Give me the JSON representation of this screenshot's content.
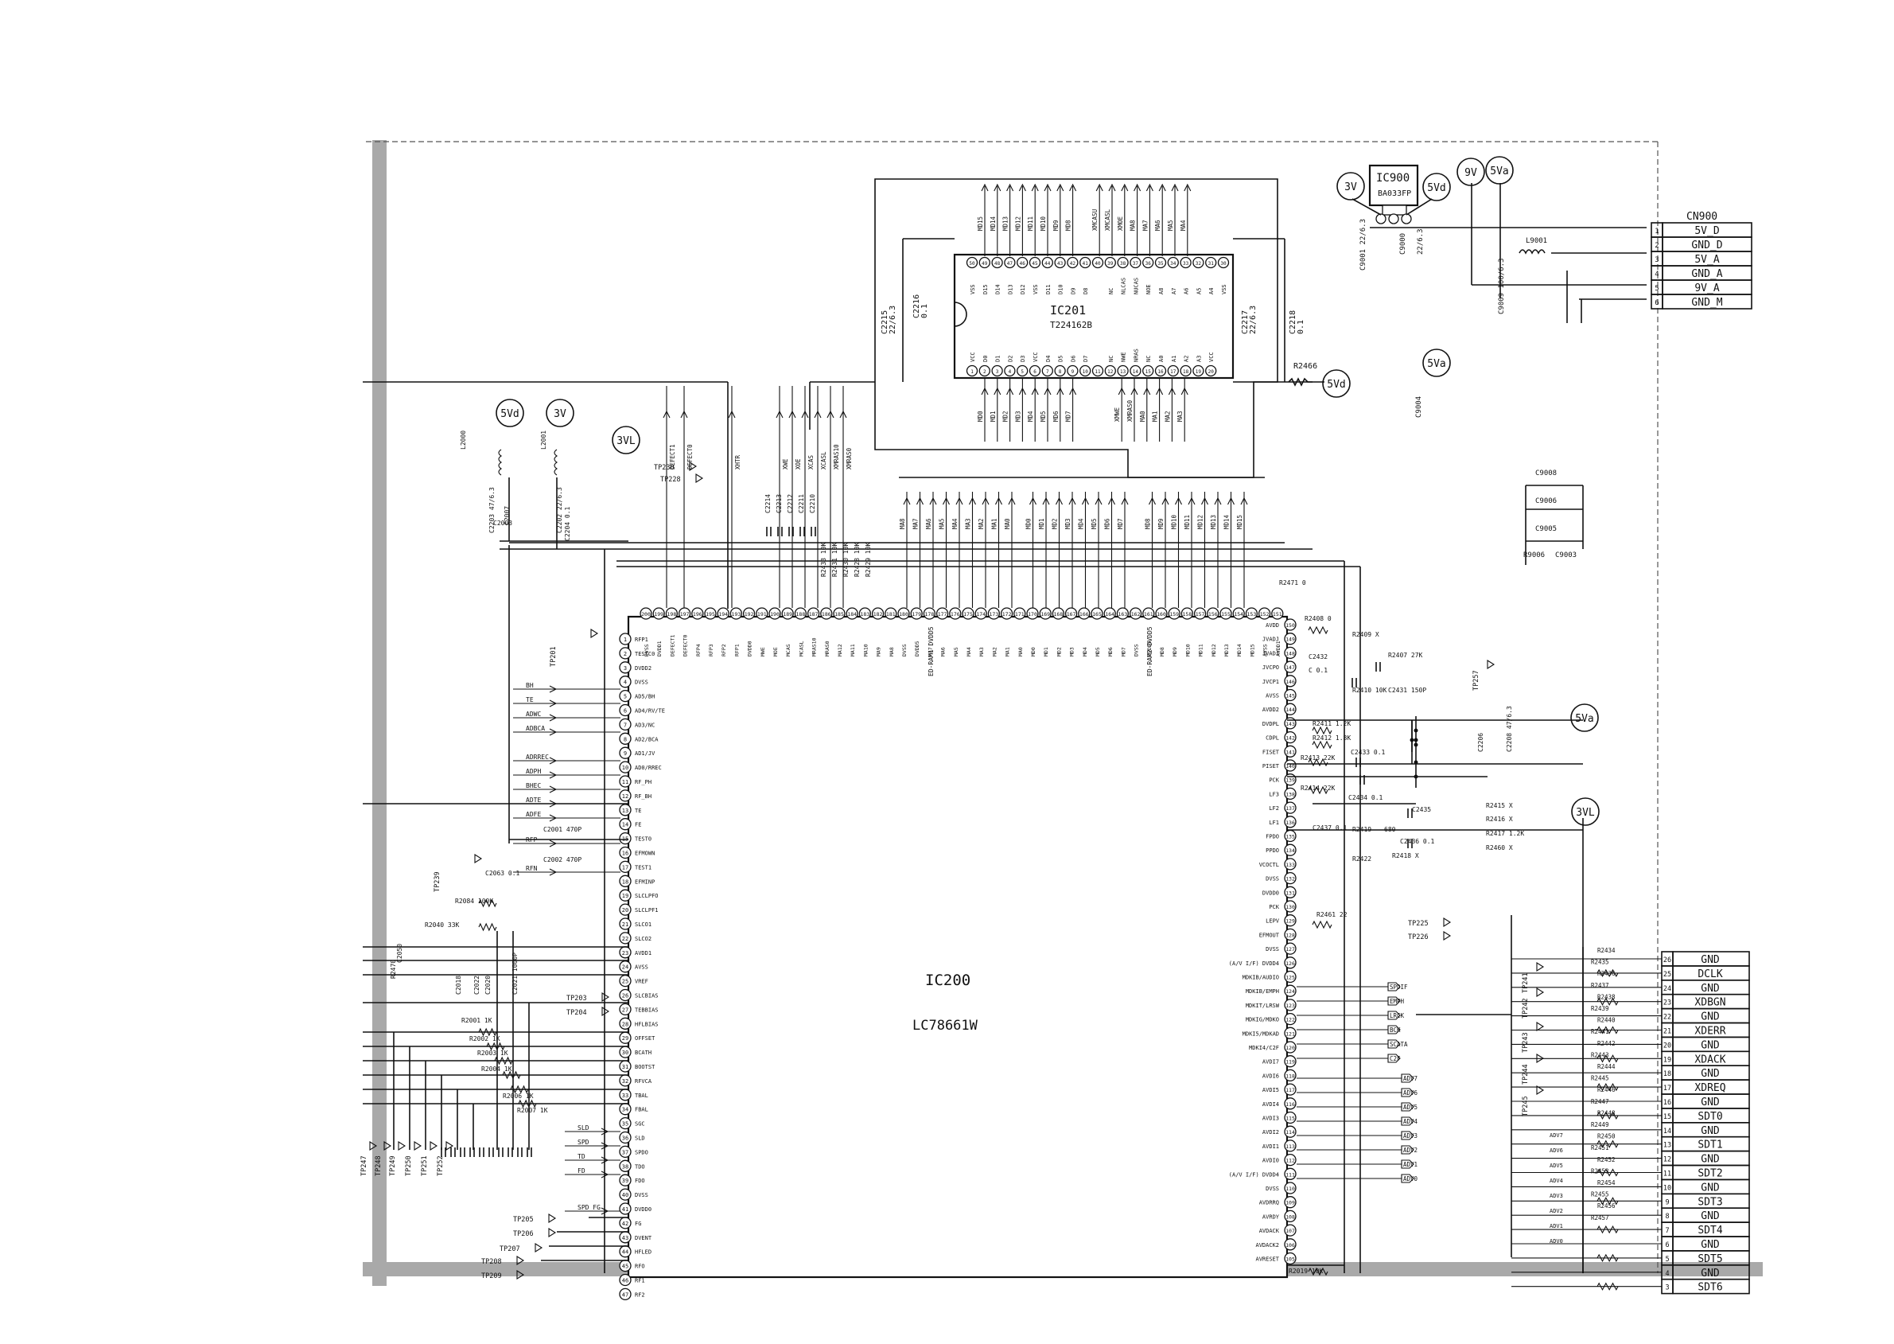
{
  "ic200": {
    "ref": "IC200",
    "part": "LC78661W",
    "left_pins": [
      {
        "n": "1",
        "name": "RFP1"
      },
      {
        "n": "2",
        "name": "TESTC0"
      },
      {
        "n": "3",
        "name": "DVDD2"
      },
      {
        "n": "4",
        "name": "DVSS"
      },
      {
        "n": "5",
        "name": "AD5/BH"
      },
      {
        "n": "6",
        "name": "AD4/RV/TE"
      },
      {
        "n": "7",
        "name": "AD3/NC"
      },
      {
        "n": "8",
        "name": "AD2/BCA"
      },
      {
        "n": "9",
        "name": "AD1/JV"
      },
      {
        "n": "10",
        "name": "AD0/RREC"
      },
      {
        "n": "11",
        "name": "RF_PH"
      },
      {
        "n": "12",
        "name": "RF_BH"
      },
      {
        "n": "13",
        "name": "TE"
      },
      {
        "n": "14",
        "name": "FE"
      },
      {
        "n": "15",
        "name": "TEST0"
      },
      {
        "n": "16",
        "name": "EFMOWN"
      },
      {
        "n": "17",
        "name": "TEST1"
      },
      {
        "n": "18",
        "name": "EFMINP"
      },
      {
        "n": "19",
        "name": "SLCLPFO"
      },
      {
        "n": "20",
        "name": "SLCLPF1"
      },
      {
        "n": "21",
        "name": "SLCO1"
      },
      {
        "n": "22",
        "name": "SLCO2"
      },
      {
        "n": "23",
        "name": "AVDD1"
      },
      {
        "n": "24",
        "name": "AVSS"
      },
      {
        "n": "25",
        "name": "VREF"
      },
      {
        "n": "26",
        "name": "SLCBIAS"
      },
      {
        "n": "27",
        "name": "TEBBIAS"
      },
      {
        "n": "28",
        "name": "HFLBIAS"
      },
      {
        "n": "29",
        "name": "OFFSET"
      },
      {
        "n": "30",
        "name": "BCATH"
      },
      {
        "n": "31",
        "name": "BOOTST"
      },
      {
        "n": "32",
        "name": "RFVCA"
      },
      {
        "n": "33",
        "name": "TBAL"
      },
      {
        "n": "34",
        "name": "FBAL"
      },
      {
        "n": "35",
        "name": "SGC"
      },
      {
        "n": "36",
        "name": "SLD"
      },
      {
        "n": "37",
        "name": "SPDO"
      },
      {
        "n": "38",
        "name": "TDO"
      },
      {
        "n": "39",
        "name": "FDO"
      },
      {
        "n": "40",
        "name": "DVSS"
      },
      {
        "n": "41",
        "name": "DVDD0"
      },
      {
        "n": "42",
        "name": "FG"
      },
      {
        "n": "43",
        "name": "DVENT"
      },
      {
        "n": "44",
        "name": "HFLED"
      },
      {
        "n": "45",
        "name": "RFO"
      },
      {
        "n": "46",
        "name": "RF1"
      },
      {
        "n": "47",
        "name": "RF2"
      }
    ],
    "right_pins": [
      {
        "n": "150",
        "name": "AVDD"
      },
      {
        "n": "149",
        "name": "JVADJ"
      },
      {
        "n": "148",
        "name": "JVADJ"
      },
      {
        "n": "147",
        "name": "JVCPO"
      },
      {
        "n": "146",
        "name": "JVCP1"
      },
      {
        "n": "145",
        "name": "AVSS"
      },
      {
        "n": "144",
        "name": "AVDD2"
      },
      {
        "n": "143",
        "name": "DVDPL"
      },
      {
        "n": "142",
        "name": "CDPL"
      },
      {
        "n": "141",
        "name": "FISET"
      },
      {
        "n": "140",
        "name": "PISET"
      },
      {
        "n": "139",
        "name": "PCK"
      },
      {
        "n": "138",
        "name": "LF3"
      },
      {
        "n": "137",
        "name": "LF2"
      },
      {
        "n": "136",
        "name": "LF1"
      },
      {
        "n": "135",
        "name": "FPDO"
      },
      {
        "n": "134",
        "name": "PPDO"
      },
      {
        "n": "133",
        "name": "VCOCTL"
      },
      {
        "n": "132",
        "name": "DVSS"
      },
      {
        "n": "131",
        "name": "DVDD0"
      },
      {
        "n": "130",
        "name": "PCK"
      },
      {
        "n": "129",
        "name": "LEPV"
      },
      {
        "n": "128",
        "name": "EFMOUT"
      },
      {
        "n": "127",
        "name": "DVSS"
      },
      {
        "n": "126",
        "name": "(A/V I/F) DVDD4"
      },
      {
        "n": "125",
        "name": "MDKIB/AUDIO"
      },
      {
        "n": "124",
        "name": "MDKIB/EMPH"
      },
      {
        "n": "123",
        "name": "MDKIT/LRSW"
      },
      {
        "n": "122",
        "name": "MDKIG/MDKO"
      },
      {
        "n": "121",
        "name": "MDKI5/MDKAD"
      },
      {
        "n": "120",
        "name": "MDKI4/C2F"
      },
      {
        "n": "119",
        "name": "AVDI7"
      },
      {
        "n": "118",
        "name": "AVDI6"
      },
      {
        "n": "117",
        "name": "AVDI5"
      },
      {
        "n": "116",
        "name": "AVDI4"
      },
      {
        "n": "115",
        "name": "AVDI3"
      },
      {
        "n": "114",
        "name": "AVDI2"
      },
      {
        "n": "113",
        "name": "AVDI1"
      },
      {
        "n": "112",
        "name": "AVDI0"
      },
      {
        "n": "111",
        "name": "(A/V I/F) DVDD4"
      },
      {
        "n": "110",
        "name": "DVSS"
      },
      {
        "n": "109",
        "name": "AVDRRQ"
      },
      {
        "n": "108",
        "name": "AVRDY"
      },
      {
        "n": "107",
        "name": "AVDACK"
      },
      {
        "n": "106",
        "name": "AVDACK2"
      },
      {
        "n": "105",
        "name": "AVRESET"
      }
    ],
    "top_pins": [
      {
        "n": "200",
        "name": "DVSS"
      },
      {
        "n": "199",
        "name": "DVDD1"
      },
      {
        "n": "198",
        "name": "DEFECT1"
      },
      {
        "n": "197",
        "name": "DEFECT0"
      },
      {
        "n": "196",
        "name": "RFP4"
      },
      {
        "n": "195",
        "name": "RFP3"
      },
      {
        "n": "194",
        "name": "RFP2"
      },
      {
        "n": "193",
        "name": "RFP1"
      },
      {
        "n": "192",
        "name": "DVDD0"
      },
      {
        "n": "191",
        "name": "MWE"
      },
      {
        "n": "190",
        "name": "MOE"
      },
      {
        "n": "189",
        "name": "MCAS"
      },
      {
        "n": "188",
        "name": "MCASL"
      },
      {
        "n": "187",
        "name": "MRAS10"
      },
      {
        "n": "186",
        "name": "MRAS0"
      },
      {
        "n": "185",
        "name": "MA12"
      },
      {
        "n": "184",
        "name": "MA11"
      },
      {
        "n": "183",
        "name": "MA10"
      },
      {
        "n": "182",
        "name": "MA9"
      },
      {
        "n": "181",
        "name": "MA8"
      },
      {
        "n": "180",
        "name": "DVSS"
      },
      {
        "n": "179",
        "name": "DVDD5"
      },
      {
        "n": "178",
        "name": "MA7"
      },
      {
        "n": "177",
        "name": "MA6"
      },
      {
        "n": "176",
        "name": "MA5"
      },
      {
        "n": "175",
        "name": "MA4"
      },
      {
        "n": "174",
        "name": "MA3"
      },
      {
        "n": "173",
        "name": "MA2"
      },
      {
        "n": "172",
        "name": "MA1"
      },
      {
        "n": "171",
        "name": "MA0"
      },
      {
        "n": "170",
        "name": "MD0"
      },
      {
        "n": "169",
        "name": "MD1"
      },
      {
        "n": "168",
        "name": "MD2"
      },
      {
        "n": "167",
        "name": "MD3"
      },
      {
        "n": "166",
        "name": "MD4"
      },
      {
        "n": "165",
        "name": "MD5"
      },
      {
        "n": "164",
        "name": "MD6"
      },
      {
        "n": "163",
        "name": "MD7"
      },
      {
        "n": "162",
        "name": "DVSS"
      },
      {
        "n": "161",
        "name": "DVDD5"
      },
      {
        "n": "160",
        "name": "MD8"
      },
      {
        "n": "159",
        "name": "MD9"
      },
      {
        "n": "158",
        "name": "MD10"
      },
      {
        "n": "157",
        "name": "MD11"
      },
      {
        "n": "156",
        "name": "MD12"
      },
      {
        "n": "155",
        "name": "MD13"
      },
      {
        "n": "154",
        "name": "MD14"
      },
      {
        "n": "153",
        "name": "MD15"
      },
      {
        "n": "152",
        "name": "AVSS"
      },
      {
        "n": "151",
        "name": "AVDD1"
      }
    ],
    "top_group_labels": [
      "ED-RAM1 DVDD5",
      "ED-RAM2 DVDD5"
    ]
  },
  "ic201": {
    "ref": "IC201",
    "part": "T224162B",
    "top_names": [
      "VSS",
      "D15",
      "D14",
      "D13",
      "D12",
      "VSS",
      "D11",
      "D10",
      "D9",
      "D8",
      "",
      "NC",
      "NLCAS",
      "NUCAS",
      "NOE",
      "A8",
      "A7",
      "A6",
      "A5",
      "A4",
      "VSS"
    ],
    "bottom_names": [
      "VCC",
      "D0",
      "D1",
      "D2",
      "D3",
      "VCC",
      "D4",
      "D5",
      "D6",
      "D7",
      "",
      "NC",
      "NWE",
      "NRAS",
      "NC",
      "A0",
      "A1",
      "A2",
      "A3",
      "VCC"
    ],
    "top_signals": [
      "MD15",
      "MD14",
      "MD13",
      "MD12",
      "MD11",
      "MD10",
      "MD9",
      "MD8",
      "",
      "XMCASU",
      "XMCASL",
      "XMOE",
      "MA8",
      "MA7",
      "MA6",
      "MA5",
      "MA4"
    ],
    "bottom_signals": [
      "MD0",
      "MD1",
      "MD2",
      "MD3",
      "MD4",
      "MD5",
      "MD6",
      "MD7",
      "",
      "XMWE",
      "XMRAS0",
      "MA0",
      "MA1",
      "MA2",
      "MA3"
    ],
    "caps": [
      {
        "ref": "C2215",
        "val": "22/6.3"
      },
      {
        "ref": "C2216",
        "val": "0.1"
      },
      {
        "ref": "C2217",
        "val": "22/6.3"
      },
      {
        "ref": "C2218",
        "val": "0.1"
      }
    ],
    "r2466": "R2466"
  },
  "ic900": {
    "ref": "IC900",
    "part": "BA033FP",
    "caps": [
      "C9001 22/6.3",
      "C9000",
      "22/6.3",
      "C9009 100/6.3",
      "C9004"
    ],
    "inductor": "L9001"
  },
  "cn900": {
    "ref": "CN900",
    "pins": [
      {
        "n": "1",
        "label": "5V_D"
      },
      {
        "n": "2",
        "label": "GND_D"
      },
      {
        "n": "3",
        "label": "5V_A"
      },
      {
        "n": "4",
        "label": "GND_A"
      },
      {
        "n": "5",
        "label": "9V_A"
      },
      {
        "n": "6",
        "label": "GND_M"
      }
    ]
  },
  "connector": {
    "pins": [
      {
        "n": "26",
        "label": "GND"
      },
      {
        "n": "25",
        "label": "DCLK"
      },
      {
        "n": "24",
        "label": "GND"
      },
      {
        "n": "23",
        "label": "XDBGN"
      },
      {
        "n": "22",
        "label": "GND"
      },
      {
        "n": "21",
        "label": "XDERR"
      },
      {
        "n": "20",
        "label": "GND"
      },
      {
        "n": "19",
        "label": "XDACK"
      },
      {
        "n": "18",
        "label": "GND"
      },
      {
        "n": "17",
        "label": "XDREQ"
      },
      {
        "n": "16",
        "label": "GND"
      },
      {
        "n": "15",
        "label": "SDT0"
      },
      {
        "n": "14",
        "label": "GND"
      },
      {
        "n": "13",
        "label": "SDT1"
      },
      {
        "n": "12",
        "label": "GND"
      },
      {
        "n": "11",
        "label": "SDT2"
      },
      {
        "n": "10",
        "label": "GND"
      },
      {
        "n": "9",
        "label": "SDT3"
      },
      {
        "n": "8",
        "label": "GND"
      },
      {
        "n": "7",
        "label": "SDT4"
      },
      {
        "n": "6",
        "label": "GND"
      },
      {
        "n": "5",
        "label": "SDT5"
      },
      {
        "n": "4",
        "label": "GND"
      },
      {
        "n": "3",
        "label": "SDT6"
      }
    ]
  },
  "power_symbols": [
    {
      "label": "5Vd"
    },
    {
      "label": "3V"
    },
    {
      "label": "3VL"
    },
    {
      "label": "3V"
    },
    {
      "label": "5Vd"
    },
    {
      "label": "9V"
    },
    {
      "label": "5Va"
    },
    {
      "label": "5Va"
    },
    {
      "label": "5Vd"
    },
    {
      "label": "5Va"
    },
    {
      "label": "3VL"
    }
  ],
  "left_side_signals": [
    "BH",
    "TE",
    "ADWC",
    "ADBCA",
    "ADRREC",
    "ADPH",
    "BHEC",
    "ADTE",
    "ADFE",
    "RFP",
    "RFN",
    "SLD",
    "SPD",
    "TD",
    "FD",
    "SPD_FG"
  ],
  "top_signals_left": [
    "DEFECT1",
    "DEFECT0",
    "XHTR",
    "XWE",
    "XOE",
    "XCAS",
    "XCASL",
    "XMRAS10",
    "XMRAS0"
  ],
  "top_bus_labels": [
    "MA8",
    "MA7",
    "MA6",
    "MA5",
    "MA4",
    "MA3",
    "MA2",
    "MA1",
    "MA0",
    "MD0",
    "MD1",
    "MD2",
    "MD3",
    "MD4",
    "MD5",
    "MD6",
    "MD7",
    "MD8",
    "MD9",
    "MD10",
    "MD11",
    "MD12",
    "MD13",
    "MD14",
    "MD15"
  ],
  "right_side_signals": [
    "SPDIF",
    "EMPH",
    "LRCK",
    "BCK",
    "SCATA",
    "C2F",
    "ADV7",
    "ADV6",
    "ADV5",
    "ADV4",
    "ADV3",
    "ADV2",
    "ADV1",
    "ADV0"
  ],
  "right_components": [
    "R2408 0",
    "R2409 X",
    "R2407 27K",
    "C2432",
    "C 0.1",
    "R2410 10K",
    "C2431 150P",
    "R2411 1.2K",
    "R2412 1.8K",
    "R2413 22K",
    "C2433 0.1",
    "R2414 22K",
    "C2434 0.1",
    "C2435",
    "R2415 X",
    "R2416 X",
    "R2417 1.2K",
    "R2460 X",
    "C2437 0.1",
    "R2419",
    "680",
    "C2436 0.1",
    "R2422",
    "R2418 X",
    "R2461 22",
    "R2019 10K",
    "C2206",
    "C2208 47/6.3",
    "R2471 0"
  ],
  "testpoints": [
    "TP201",
    "TP239",
    "TP203",
    "TP204",
    "TP205",
    "TP206",
    "TP207",
    "TP208",
    "TP209",
    "TP228",
    "TP230",
    "TP225",
    "TP226",
    "TP257",
    "TP241",
    "TP242",
    "TP243",
    "TP244",
    "TP245",
    "TP247",
    "TP248",
    "TP249",
    "TP250",
    "TP251",
    "TP252"
  ],
  "left_components": [
    "R2084 100K",
    "R2040 33K",
    "R2470",
    "C2050",
    "C2018",
    "C2020",
    "C2021 1000P",
    "C2022",
    "R2001 1K",
    "R2002 1K",
    "R2003 1K",
    "R2004 1K",
    "R2006 1K",
    "R2007 1K",
    "C2001 470P",
    "C2002 470P",
    "C2063 0.1",
    "C2003",
    "C2007",
    "L2000",
    "L2001",
    "C2203 47/6.3",
    "C2202 22/6.3",
    "C2204 0.1"
  ],
  "top_caps": [
    "C2214",
    "C2213",
    "C2212",
    "C2211",
    "C2210",
    "R2433 10K",
    "R2431 10K",
    "R2430 10K",
    "R2428 10K",
    "R2429 10K"
  ],
  "block_right_labels": [
    "C9008",
    "C9006",
    "C9005",
    "R9006",
    "C9003",
    "R2434",
    "R2435",
    "R2436",
    "R2437",
    "R2438",
    "R2439",
    "R2440",
    "R2441",
    "R2442",
    "R2443",
    "R2444",
    "R2445",
    "R2446",
    "R2447",
    "R2448",
    "R2449",
    "R2450",
    "R2451",
    "R2452",
    "R2453",
    "R2454",
    "R2455",
    "R2456",
    "R2457",
    "ADV0",
    "ADV1",
    "ADV2",
    "ADV3",
    "ADV4",
    "ADV5",
    "ADV6",
    "ADV7"
  ]
}
